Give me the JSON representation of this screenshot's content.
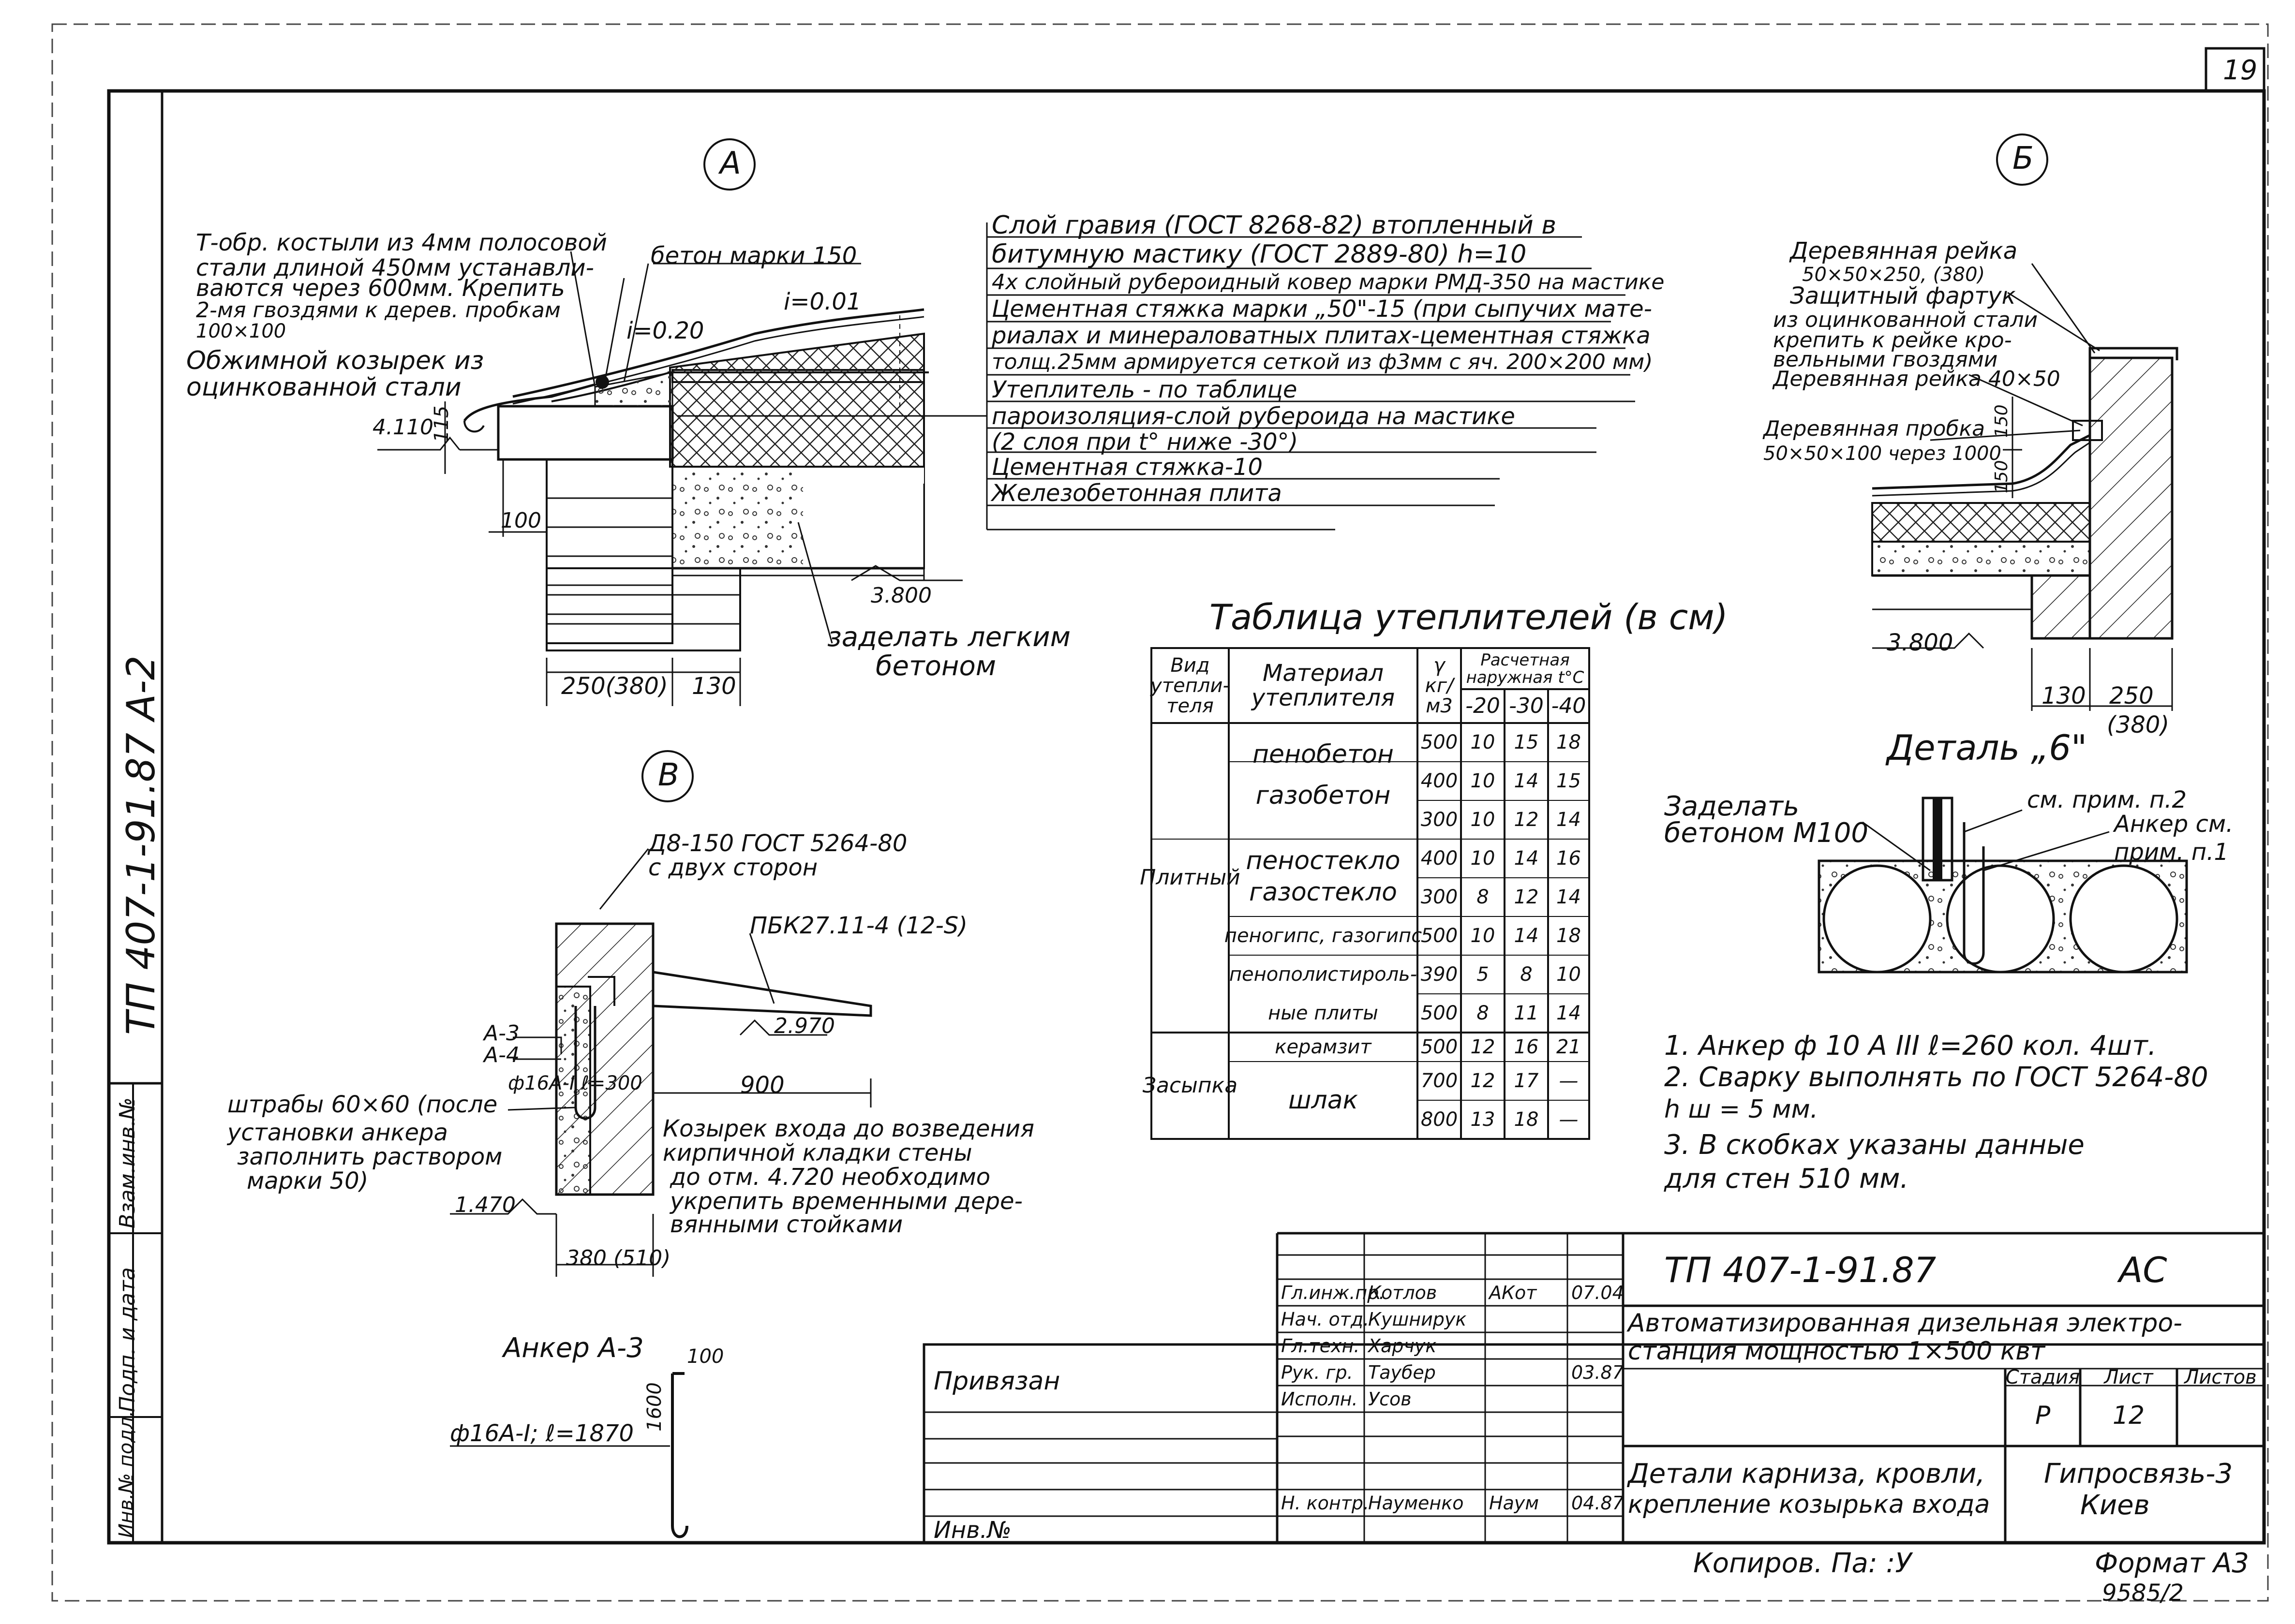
{
  "sheet": {
    "page_number": "19",
    "side_code": "ТП 407-1-91.87 А-2",
    "copied": "Копиров. Па: :У",
    "format": "Формат А3",
    "doc_number": "9585/2"
  },
  "callouts": {
    "a": "А",
    "b": "Б",
    "v": "В"
  },
  "detail_a": {
    "note_kostyli": [
      "Т-обр. костыли из 4мм полосовой",
      "стали длиной 450мм устанавли-",
      "ваются через 600мм. Крепить",
      "2-мя гвоздями к дерев. пробкам",
      "100×100"
    ],
    "note_kozyrek": [
      "Обжимной козырек из",
      "оцинкованной стали"
    ],
    "beton_label": "бетон марки 150",
    "slope_1": "i=0.20",
    "slope_2": "i=0.01",
    "level_top": "4.110",
    "dim_115": "115",
    "dim_100": "100",
    "level_bottom": "3.800",
    "dim_250": "250(380)",
    "dim_130": "130",
    "note_zadelat": [
      "заделать легким",
      "бетоном"
    ]
  },
  "layers": [
    "Слой гравия (ГОСТ 8268-82) втопленный в",
    "битумную мастику (ГОСТ 2889-80)     h=10",
    "4х слойный рубероидный ковер марки РМД-350 на мастике",
    "Цементная стяжка марки „50\"-15 (при сыпучих мате-",
    "риалах и минераловатных плитах-цементная стяжка",
    "толщ.25мм армируется сеткой из ф3мм с яч. 200×200 мм)",
    "Утеплитель - по таблице",
    "пароизоляция-слой рубероида на мастике",
    "(2 слоя при t° ниже -30°)",
    "Цементная стяжка-10",
    "Железобетонная плита"
  ],
  "detail_b": {
    "labels": [
      "Деревянная рейка",
      "50×50×250, (380)",
      "Защитный фартук",
      "из оцинкованной стали",
      "крепить к рейке кро-",
      "вельными гвоздями",
      "Деревянная рейка 40×50"
    ],
    "probka": [
      "Деревянная пробка",
      "50×50×100 через 1000"
    ],
    "dim_150a": "150",
    "dim_150b": "150",
    "level": "3.800",
    "dim_130": "130",
    "dim_250": "250",
    "dim_380": "(380)"
  },
  "detail_v": {
    "reinf": [
      "Д8-150 ГОСТ 5264-80",
      "с двух сторон"
    ],
    "pbk": "ПБК27.11-4 (12-S)",
    "level_2970": "2.970",
    "a3": "А-3",
    "a4": "А-4",
    "anchor_spec": "ф16А-I ℓ=300",
    "shtraba": [
      "штрабы 60×60 (после",
      "установки анкера",
      "заполнить раствором",
      "марки 50)"
    ],
    "level_1470": "1.470",
    "dim_900": "900",
    "dim_380": "380 (510)",
    "note": [
      "Козырек входа до возведения",
      "кирпичной кладки стены",
      "до отм. 4.720 необходимо",
      "укрепить временными дере-",
      "вянными стойками"
    ]
  },
  "anchor_a3": {
    "title": "Анкер А-3",
    "dim_100": "100",
    "dim_1600": "1600",
    "spec": "ф16А-I; ℓ=1870"
  },
  "detail_6": {
    "title": "Деталь „6\"",
    "zadelat": [
      "Заделать",
      "бетоном М100"
    ],
    "prim2": "см. прим. п.2",
    "anker": [
      "Анкер см.",
      "прим. п.1"
    ]
  },
  "notes": [
    "1. Анкер ф 10 А III  ℓ=260  кол. 4шт.",
    "2. Сварку выполнять по ГОСТ 5264-80",
    "   h ш = 5 мм.",
    "3. В скобках указаны данные",
    "   для стен 510 мм."
  ],
  "insulation_table": {
    "title": "Таблица утеплителей (в см)",
    "head_vid": "Вид утепли-теля",
    "head_material": "Материал утеплителя",
    "head_density": "γ кг/м3",
    "head_temp": "Расчетная наружная t°C",
    "temps": [
      "-20",
      "-30",
      "-40"
    ],
    "group_1": "Плитный",
    "group_2": "Засыпка",
    "rows": [
      {
        "material": "",
        "density": "500",
        "v20": "10",
        "v30": "15",
        "v40": "18"
      },
      {
        "material": "",
        "density": "400",
        "v20": "10",
        "v30": "14",
        "v40": "15"
      },
      {
        "material": "",
        "density": "300",
        "v20": "10",
        "v30": "12",
        "v40": "14"
      },
      {
        "material": "",
        "density": "400",
        "v20": "10",
        "v30": "14",
        "v40": "16"
      },
      {
        "material": "",
        "density": "300",
        "v20": "8",
        "v30": "12",
        "v40": "14"
      },
      {
        "material": "пеногипс, газогипс",
        "density": "500",
        "v20": "10",
        "v30": "14",
        "v40": "18"
      },
      {
        "material": "пенополистироль-",
        "density": "390",
        "v20": "5",
        "v30": "8",
        "v40": "10"
      },
      {
        "material": "ные плиты",
        "density": "500",
        "v20": "8",
        "v30": "11",
        "v40": "14"
      },
      {
        "material": "керамзит",
        "density": "500",
        "v20": "12",
        "v30": "16",
        "v40": "21"
      },
      {
        "material": "",
        "density": "700",
        "v20": "12",
        "v30": "17",
        "v40": "—"
      },
      {
        "material": "",
        "density": "800",
        "v20": "13",
        "v30": "18",
        "v40": "—"
      }
    ],
    "mat_penobeton": [
      "пенобетон",
      "газобетон"
    ],
    "mat_penosteklo": [
      "пеностекло",
      "газостекло"
    ],
    "mat_shlak": "шлак"
  },
  "title_block": {
    "code": "ТП      407-1-91.87",
    "mark": "АС",
    "project": [
      "Автоматизированная дизельная электро-",
      "станция  мощностью  1×500 квт"
    ],
    "stage_h": "Стадия",
    "sheet_h": "Лист",
    "sheets_h": "Листов",
    "stage": "Р",
    "sheet": "12",
    "drawing": [
      "Детали карниза, кровли,",
      "крепление козырька входа"
    ],
    "org": [
      "Гипросвязь-3",
      "Киев"
    ],
    "privyazan": "Привязан",
    "inv": "Инв.№",
    "people": [
      {
        "role": "Гл.инж.пр.",
        "name": "Котлов",
        "sign": "АКот",
        "date": "07.04"
      },
      {
        "role": "Нач. отд.",
        "name": "Кушнирук",
        "sign": "",
        "date": ""
      },
      {
        "role": "Гл.техн.",
        "name": "Харчук",
        "sign": "",
        "date": ""
      },
      {
        "role": "Рук. гр.",
        "name": "Таубер",
        "sign": "",
        "date": "03.87"
      },
      {
        "role": "Исполн.",
        "name": "Усов",
        "sign": "",
        "date": ""
      },
      {
        "role": "",
        "name": "",
        "sign": "",
        "date": ""
      },
      {
        "role": "Н. контр.",
        "name": "Науменко",
        "sign": "Наум",
        "date": "04.87"
      }
    ],
    "side_cells": [
      "Взам.инв.№",
      "Подп. и дата",
      "Инв.№ подл."
    ]
  }
}
